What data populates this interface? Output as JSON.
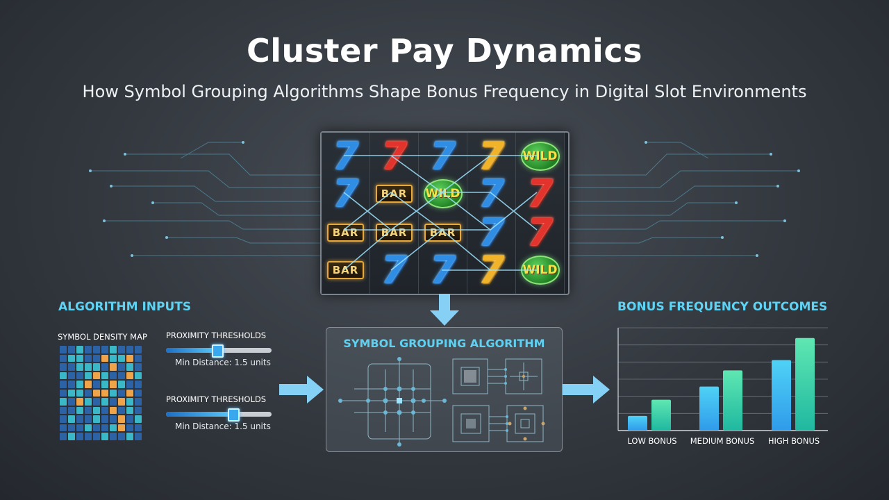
{
  "header": {
    "title": "Cluster Pay Dynamics",
    "subtitle": "How Symbol Grouping Algorithms Shape Bonus Frequency in Digital Slot Environments"
  },
  "reels": {
    "columns": [
      [
        "blue-seven",
        "blue-seven",
        "bar",
        "bar"
      ],
      [
        "red-seven",
        "bar",
        "bar",
        "blue-seven"
      ],
      [
        "blue-seven",
        "wild",
        "bar",
        "blue-seven"
      ],
      [
        "gold-seven",
        "blue-seven",
        "blue-seven",
        "gold-seven"
      ],
      [
        "wild",
        "red-seven",
        "red-seven",
        "wild"
      ]
    ],
    "bar_text": "BAR",
    "wild_text": "WILD",
    "seven_text": "7"
  },
  "inputs": {
    "heading": "ALGORITHM INPUTS",
    "density_map_label": "SYMBOL DENSITY MAP",
    "sliders": [
      {
        "label": "PROXIMITY THRESHOLDS",
        "value_text": "Min Distance: 1.5 units",
        "level": 0.48
      },
      {
        "label": "PROXIMITY THRESHOLDS",
        "value_text": "Min Distance: 1.5 units",
        "level": 0.63
      }
    ]
  },
  "algorithm": {
    "title": "SYMBOL GROUPING ALGORITHM"
  },
  "outcomes": {
    "heading": "BONUS FREQUENCY OUTCOMES"
  },
  "chart_data": {
    "type": "bar",
    "categories": [
      "LOW BONUS",
      "MEDIUM BONUS",
      "HIGH BONUS"
    ],
    "series": [
      {
        "values": [
          1.0,
          3.0,
          4.8
        ]
      },
      {
        "values": [
          2.1,
          4.1,
          6.3
        ]
      }
    ],
    "ylim": [
      0,
      7
    ],
    "grid": true,
    "legend": "none"
  },
  "colors": {
    "accent": "#5fd3f3",
    "series_blue": "#2f9bea",
    "series_green": "#3ed39a",
    "density_blue": "#2b63a6",
    "density_teal": "#3ab8c8",
    "density_orange": "#f0a44a"
  }
}
